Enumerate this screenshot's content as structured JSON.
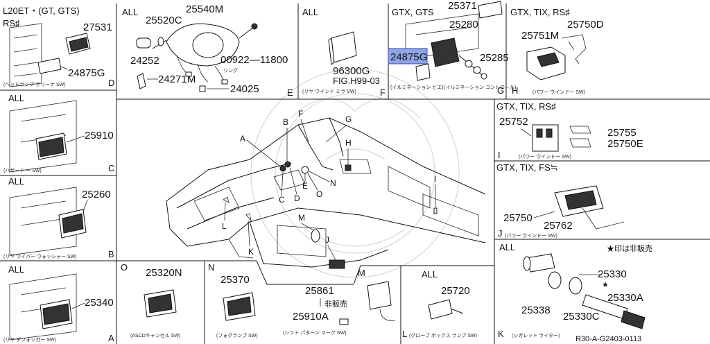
{
  "diagram": {
    "footer_code": "R30-A-G2403-0113",
    "panels": {
      "D": {
        "letter": "D",
        "header_line1": "L20ET・(GT, GTS)",
        "header_line2": "RS♯",
        "parts": [
          "27531",
          "24875G"
        ],
        "caption": "(ヘッドランプ クリーナ SW)"
      },
      "C": {
        "letter": "C",
        "header": "ALL",
        "parts": [
          "25910"
        ],
        "caption": "(ハザード ー SW)"
      },
      "B": {
        "letter": "B",
        "header": "ALL",
        "parts": [
          "25260"
        ],
        "caption": "(リヤ ワイパー ウォッシャー SW)"
      },
      "A": {
        "letter": "A",
        "header": "ALL",
        "parts": [
          "25340"
        ],
        "caption": "(リヤ デフォッガー SW)"
      },
      "E": {
        "letter": "E",
        "header": "ALL",
        "parts": [
          "25540M",
          "25520C",
          "24252",
          "24271M",
          "00922—11800",
          "24025"
        ],
        "caption_small": "リング"
      },
      "F": {
        "letter": "F",
        "header": "ALL",
        "parts": [
          "96300G"
        ],
        "ref": "FIG.H99-03",
        "caption": "(リヤ ウインド ミラ SW)"
      },
      "G": {
        "letter": "G",
        "header": "GTX, GTS",
        "parts": [
          "25371",
          "25280",
          "24875G",
          "25285"
        ],
        "caption_left": "(イルミネーション ヒエ)",
        "caption_right": "(イルミネーション コントロール)"
      },
      "H": {
        "letter": "H",
        "header": "GTX, TIX, RS♯",
        "parts": [
          "25751M",
          "25750D"
        ],
        "caption": "(パワー ウインドー SW)"
      },
      "I": {
        "letter": "I",
        "header": "GTX, TIX, RS♯",
        "parts": [
          "25752",
          "25755",
          "25750E"
        ],
        "caption": "(パワー ウインドー SW)"
      },
      "J": {
        "letter": "J",
        "header": "GTX, TIX, FS≒",
        "parts": [
          "25750",
          "25762"
        ],
        "caption": "(パワー ウインドー SW)"
      },
      "K": {
        "letter": "K",
        "header": "ALL",
        "note": "★印は非販売",
        "parts": [
          "25330",
          "25338",
          "25330C",
          "25330A"
        ],
        "caption": "(シガレット ライター)"
      },
      "O": {
        "letter": "O",
        "parts": [
          "25320N"
        ],
        "caption": "(ASCDキャンセル SW)"
      },
      "N": {
        "letter": "N",
        "parts": [
          "25370"
        ],
        "caption": "(フォグランプ SW)"
      },
      "M": {
        "letter": "M",
        "parts": [
          "25861",
          "25910A"
        ],
        "note": "非販売",
        "caption": "(シフト パターン マーク SW)"
      },
      "L": {
        "letter": "L",
        "header": "ALL",
        "parts": [
          "25720"
        ],
        "caption": "(グローブ ボックス ランプ SW)"
      }
    },
    "center_callouts": [
      "A",
      "B",
      "C",
      "D",
      "E",
      "F",
      "G",
      "H",
      "I",
      "J",
      "K",
      "L",
      "M",
      "N",
      "O"
    ]
  }
}
